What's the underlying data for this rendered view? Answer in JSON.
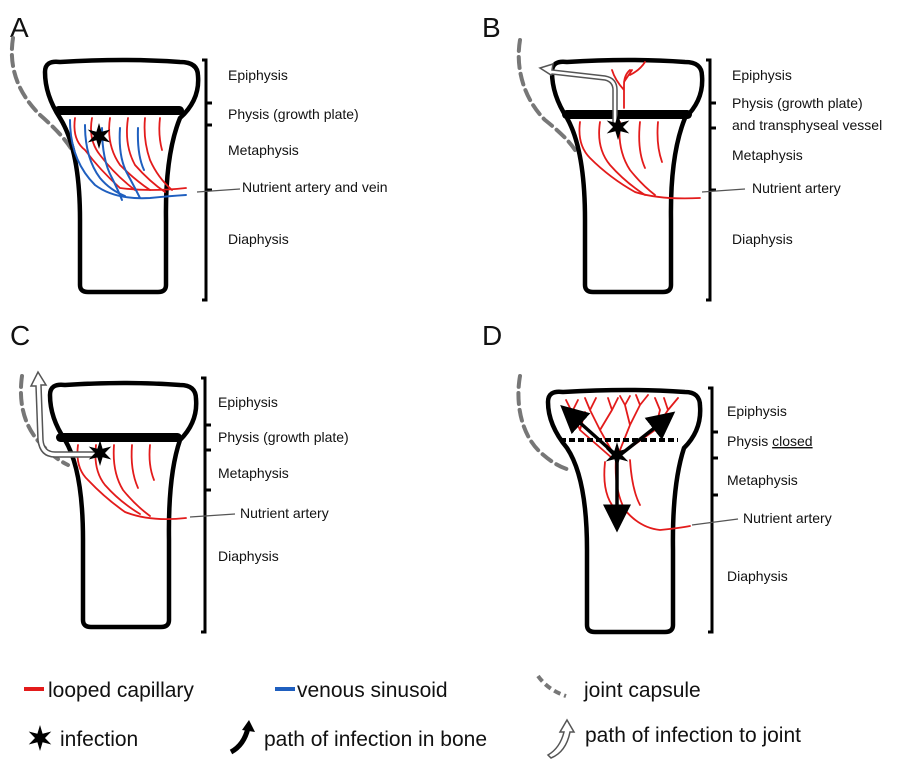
{
  "panels": {
    "a": {
      "letter": "A",
      "labels": {
        "epiphysis": "Epiphysis",
        "physis": "Physis (growth plate)",
        "metaphysis": "Metaphysis",
        "nutrient": "Nutrient artery and vein",
        "diaphysis": "Diaphysis"
      }
    },
    "b": {
      "letter": "B",
      "labels": {
        "epiphysis": "Epiphysis",
        "physis_line1": "Physis (growth plate)",
        "physis_line2": "and transphyseal vessel",
        "metaphysis": "Metaphysis",
        "nutrient": "Nutrient artery",
        "diaphysis": "Diaphysis"
      }
    },
    "c": {
      "letter": "C",
      "labels": {
        "epiphysis": "Epiphysis",
        "physis": "Physis (growth plate)",
        "metaphysis": "Metaphysis",
        "nutrient": "Nutrient artery",
        "diaphysis": "Diaphysis"
      }
    },
    "d": {
      "letter": "D",
      "labels": {
        "epiphysis": "Epiphysis",
        "physis_prefix": "Physis",
        "physis_closed": "closed",
        "metaphysis": "Metaphysis",
        "nutrient": "Nutrient artery",
        "diaphysis": "Diaphysis"
      }
    }
  },
  "legend": {
    "looped_capillary": "looped capillary",
    "venous_sinusoid": "venous sinusoid",
    "joint_capsule": "joint capsule",
    "infection": "infection",
    "path_bone": "path of infection in bone",
    "path_joint": "path of infection to joint"
  },
  "colors": {
    "capillary": "#e31b1b",
    "venous": "#1f5fbf",
    "capsule": "#777777",
    "outline": "#000000"
  }
}
